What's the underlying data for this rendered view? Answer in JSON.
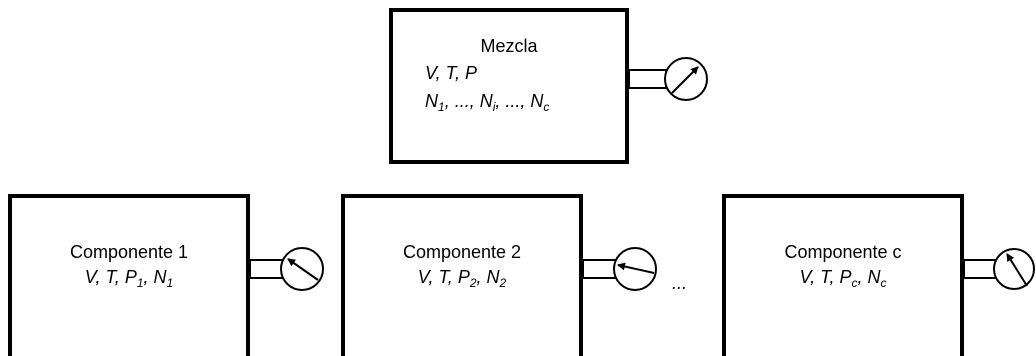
{
  "mixture": {
    "title": "Mezcla",
    "line1": "V, T, P",
    "line2": {
      "n": "N",
      "sub1": "1",
      "dots1": ", ..., ",
      "sub_i": "i",
      "dots2": ", ..., ",
      "sub_c": "c"
    }
  },
  "components": [
    {
      "title": "Componente 1",
      "vt": "V, T, ",
      "p": "P",
      "p_sub": "1",
      "sep": ", ",
      "n": "N",
      "n_sub": "1"
    },
    {
      "title": "Componente 2",
      "vt": "V, T, ",
      "p": "P",
      "p_sub": "2",
      "sep": ", ",
      "n": "N",
      "n_sub": "2"
    },
    {
      "title": "Componente c",
      "vt": "V, T, ",
      "p": "P",
      "p_sub": "c",
      "sep": ", ",
      "n": "N",
      "n_sub": "c"
    }
  ],
  "ellipsis": "...",
  "gauges": [
    {
      "needle_dir": "up-right"
    },
    {
      "needle_dir": "up-left"
    },
    {
      "needle_dir": "left"
    },
    {
      "needle_dir": "up-left"
    }
  ]
}
